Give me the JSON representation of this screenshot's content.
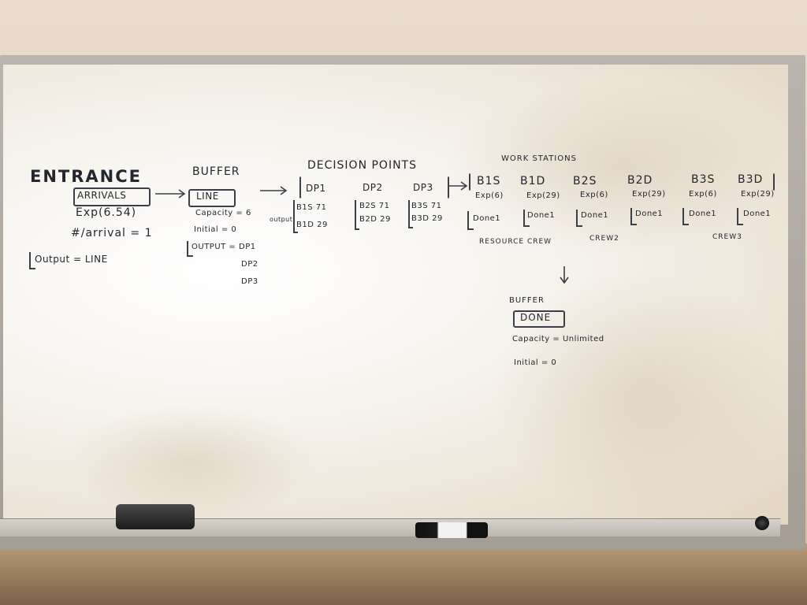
{
  "entrance": {
    "title": "ENTRANCE",
    "arrivals": "ARRIVALS",
    "exp": "Exp(6.54)",
    "per_arrival": "#/arrival = 1",
    "output": "Output = LINE"
  },
  "buffer1": {
    "title": "BUFFER",
    "name": "LINE",
    "capacity": "Capacity = 6",
    "initial": "Initial = 0",
    "output_label": "OUTPUT = DP1",
    "output_2": "DP2",
    "output_3": "DP3"
  },
  "decision_points": {
    "title": "DECISION POINTS",
    "output_label": "output",
    "items": [
      {
        "name": "DP1",
        "line1": "B1S 71",
        "line2": "B1D 29"
      },
      {
        "name": "DP2",
        "line1": "B2S 71",
        "line2": "B2D 29"
      },
      {
        "name": "DP3",
        "line1": "B3S 71",
        "line2": "B3D 29"
      }
    ]
  },
  "work_stations": {
    "title": "WORK STATIONS",
    "items": [
      {
        "name": "B1S",
        "exp": "Exp(6)",
        "output": "Done1"
      },
      {
        "name": "B1D",
        "exp": "Exp(29)",
        "output": "Done1"
      },
      {
        "name": "B2S",
        "exp": "Exp(6)",
        "output": "Done1"
      },
      {
        "name": "B2D",
        "exp": "Exp(29)",
        "output": "Done1"
      },
      {
        "name": "B3S",
        "exp": "Exp(6)",
        "output": "Done1"
      },
      {
        "name": "B3D",
        "exp": "Exp(29)",
        "output": "Done1"
      }
    ],
    "crew_1": "RESOURCE CREW",
    "crew_2": "CREW2",
    "crew_3": "CREW3"
  },
  "buffer2": {
    "title": "BUFFER",
    "name": "DONE",
    "capacity": "Capacity = Unlimited",
    "initial": "Initial = 0"
  }
}
